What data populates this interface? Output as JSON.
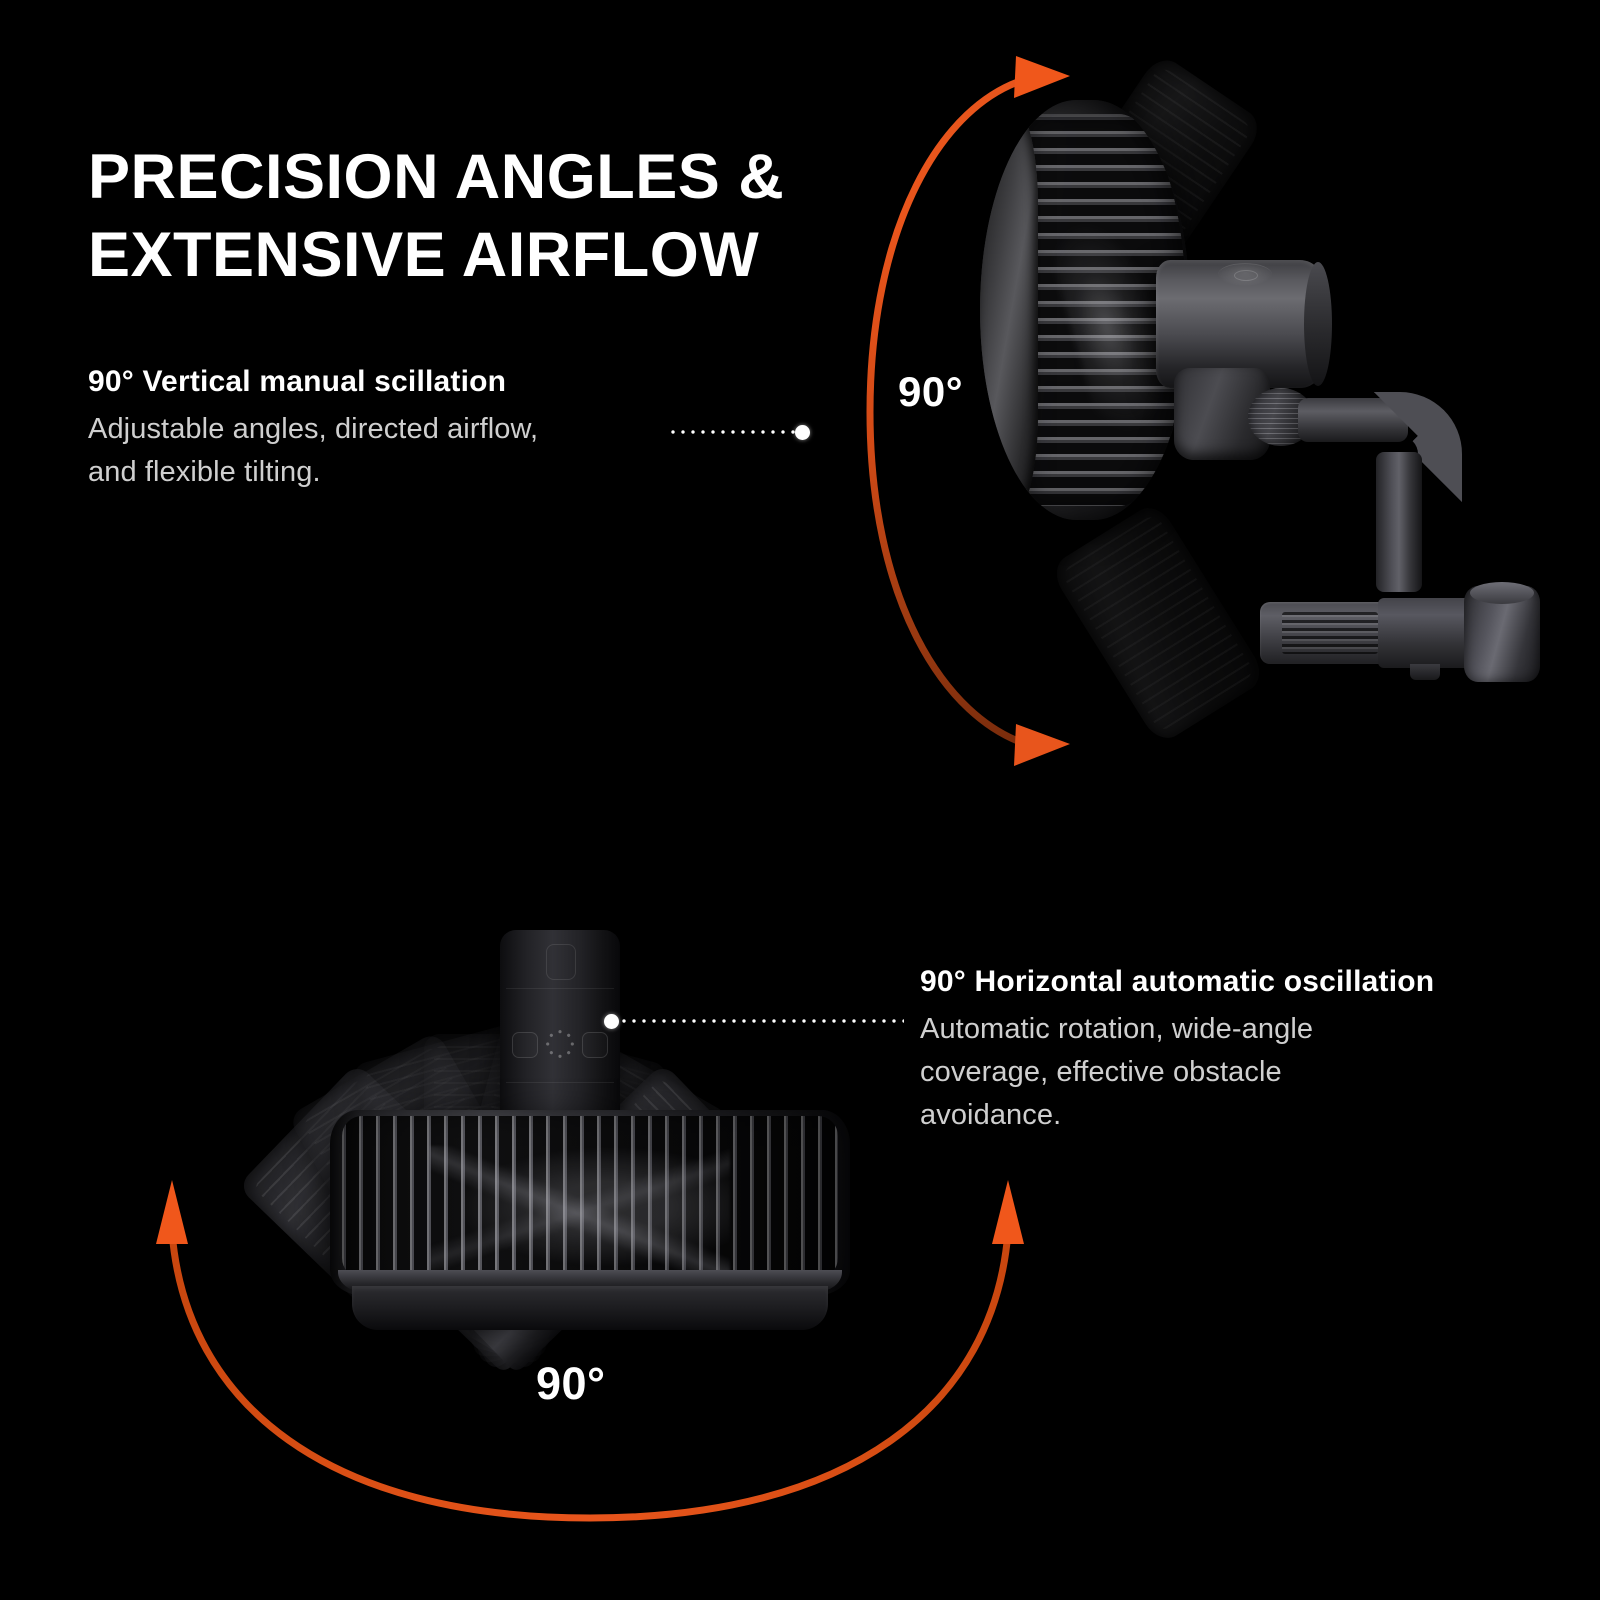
{
  "meta": {
    "background_color": "#000000",
    "accent_color": "#E8551C",
    "accent_color_dim": "#8F3310",
    "text_primary": "#FFFFFF",
    "text_secondary": "#CFCFCF"
  },
  "headline": {
    "text": "PRECISION ANGLES &\nEXTENSIVE AIRFLOW"
  },
  "features": [
    {
      "id": "vertical",
      "title": "90° Vertical manual scillation",
      "body": "Adjustable angles, directed airflow,\nand flexible tilting."
    },
    {
      "id": "horizontal",
      "title": "90° Horizontal automatic oscillation",
      "body": "Automatic rotation, wide-angle\ncoverage, effective obstacle\navoidance."
    }
  ],
  "angle_labels": {
    "top": "90°",
    "bottom": "90°"
  },
  "icons": {
    "connector_vertical": "dotted-leader-line",
    "connector_horizontal": "dotted-leader-line",
    "arc_top": "vertical-oscillation-arc-icon",
    "arc_bottom": "horizontal-oscillation-arc-icon",
    "arrow_top_up": "arrow-up-icon",
    "arrow_top_down": "arrow-down-icon",
    "arrow_bottom_left": "arrow-up-icon",
    "arrow_bottom_right": "arrow-up-icon",
    "power_button": "power-button-icon",
    "speed_ring": "led-indicator-ring-icon"
  },
  "product": {
    "top_view_name": "clip-fan-side-view",
    "bottom_view_name": "clip-fan-top-down-oscillation-view"
  }
}
